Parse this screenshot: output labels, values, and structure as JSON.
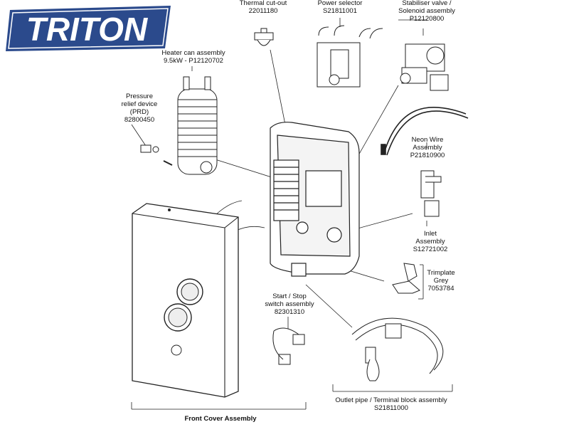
{
  "brand": {
    "logo_text": "TRITON",
    "color": "#2b4a8c"
  },
  "parts": {
    "thermal_cutout": {
      "name": "Thermal cut-out",
      "code": "22011180"
    },
    "power_selector": {
      "name": "Power selector",
      "code": "S21811001"
    },
    "stabiliser_valve": {
      "name_line1": "Stabiliser valve /",
      "name_line2": "Solenoid assembly",
      "code": "P12120800"
    },
    "heater_can": {
      "name": "Heater can assembly",
      "code": "9.5kW - P12120702"
    },
    "prd": {
      "name_line1": "Pressure",
      "name_line2": "relief device",
      "name_line3": "(PRD)",
      "code": "82800450"
    },
    "neon_wire": {
      "name_line1": "Neon Wire",
      "name_line2": "Assembly",
      "code": "P21810900"
    },
    "inlet": {
      "name_line1": "Inlet",
      "name_line2": "Assembly",
      "code": "S12721002"
    },
    "trimplate": {
      "name_line1": "Trimplate",
      "name_line2": "Grey",
      "code": "7053784"
    },
    "start_stop": {
      "name_line1": "Start / Stop",
      "name_line2": "switch assembly",
      "code": "82301310"
    },
    "outlet_pipe": {
      "name": "Outlet pipe / Terminal block assembly",
      "code": "S21811000"
    },
    "front_cover": {
      "name": "Front Cover Assembly"
    }
  }
}
